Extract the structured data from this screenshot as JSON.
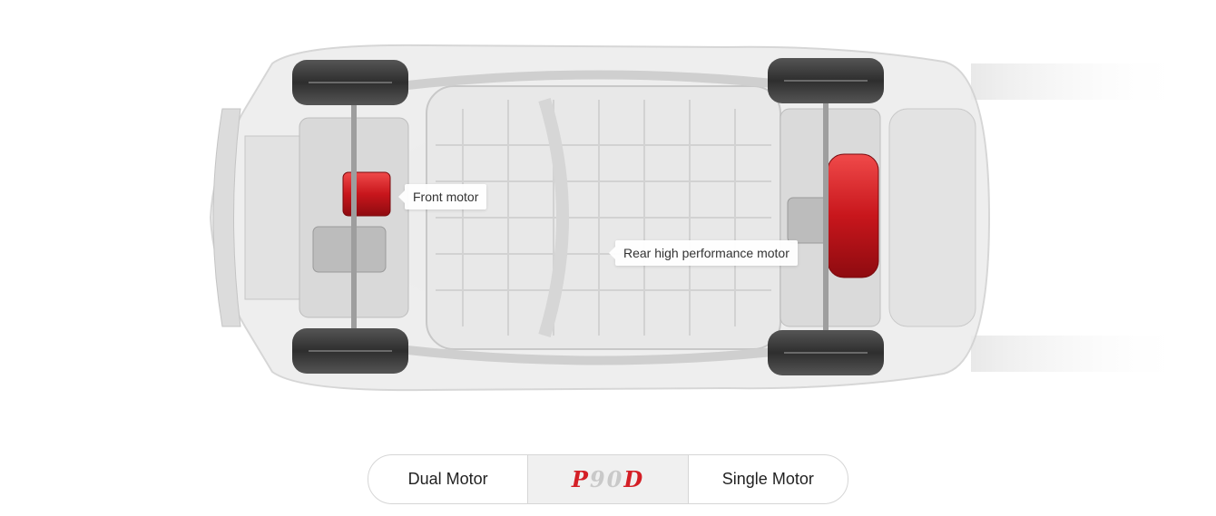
{
  "illustration": {
    "subject": "chassis",
    "labels": {
      "front_motor": "Front motor",
      "rear_motor": "Rear high performance motor"
    },
    "colors": {
      "motor": "#d41f26",
      "frame": "#e4e4e4",
      "tire": "#3d3d3d"
    }
  },
  "selector": {
    "options": [
      {
        "label": "Dual Motor",
        "active": false
      },
      {
        "label": "P90D",
        "active": true,
        "badge": {
          "prefix": "P",
          "number": "90",
          "suffix": "D"
        }
      },
      {
        "label": "Single Motor",
        "active": false
      }
    ]
  },
  "colors": {
    "accent": "#d41f26",
    "badge_number": "#c9c9c9",
    "border": "#d6d6d6",
    "active_bg": "#f0f0f0"
  }
}
